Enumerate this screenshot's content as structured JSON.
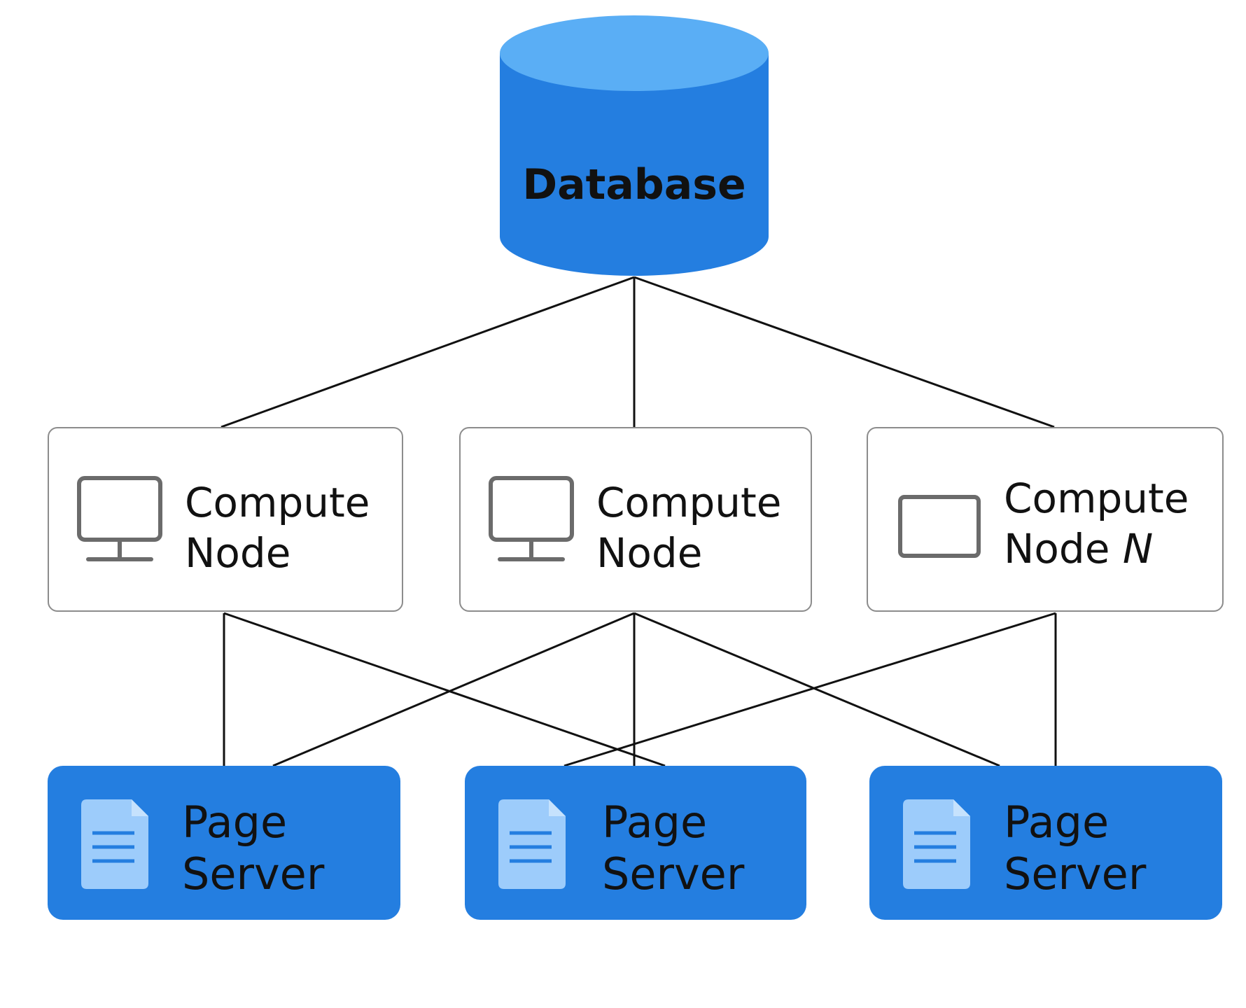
{
  "colors": {
    "accent": "#247ee0",
    "accent_light": "#5aaef5",
    "doc_icon": "#9dccfb",
    "doc_lines": "#247ee0",
    "node_border": "#8c8c8c",
    "line": "#111111",
    "text": "#111111"
  },
  "database": {
    "label": "Database",
    "icon": "cylinder-database"
  },
  "compute_nodes": [
    {
      "line1": "Compute",
      "line2": "Node",
      "line2_suffix": "",
      "icon": "monitor-icon"
    },
    {
      "line1": "Compute",
      "line2": "Node",
      "line2_suffix": "",
      "icon": "monitor-icon"
    },
    {
      "line1": "Compute",
      "line2": "Node ",
      "line2_suffix": "N",
      "icon": "tablet-icon"
    }
  ],
  "page_servers": [
    {
      "line1": "Page",
      "line2": "Server",
      "icon": "document-icon"
    },
    {
      "line1": "Page",
      "line2": "Server",
      "icon": "document-icon"
    },
    {
      "line1": "Page",
      "line2": "Server",
      "icon": "document-icon"
    }
  ]
}
